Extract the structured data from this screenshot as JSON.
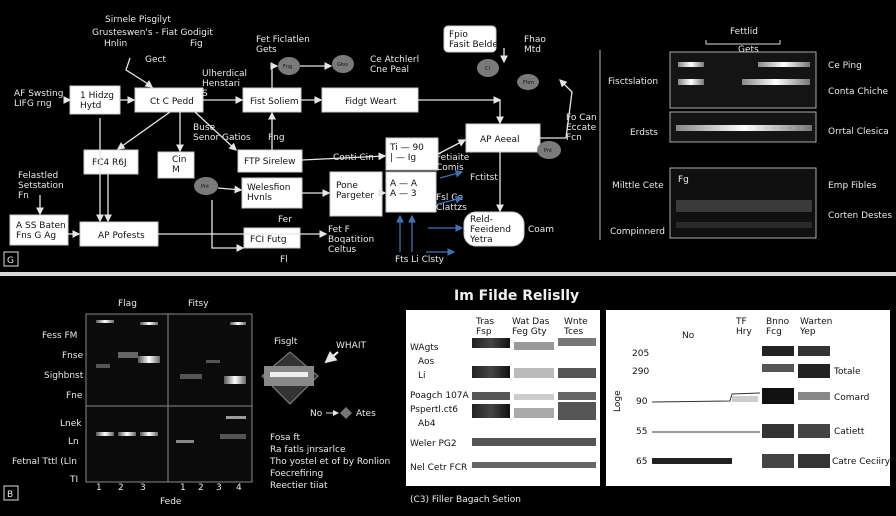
{
  "top_panel": {
    "panel_letter": "G",
    "header_notes": [
      "Sirnele Pisgilyt",
      "Grusteswen's - Fiat Godigit",
      "Hnlin",
      "Fig",
      "Gect"
    ],
    "left_labels": {
      "start": "AF Swsting\nLIFG rng",
      "feedback": "Felastled\nSetstation\nFn",
      "input": "A SS Baten\nFns G Ag"
    },
    "boxes": {
      "b1": "1 Hidzg\nHytd",
      "b2": "Ct C Pedd",
      "b3": "Fist Soliem",
      "b4": "Fidgt Weart",
      "b5": "FC4 R6J",
      "b6": "Cin\nM",
      "b7": "FTP Sirelew",
      "b8": "Welesfion\nHvnls",
      "b9": "AP Pofests",
      "b10": "FCI Futg",
      "b11": "Pone\nPargeter",
      "b12": "AP Aeeal",
      "b13": "Reld-\nFeeidend\nYetra",
      "matrix_top": "Ti — 90\n| — Ig",
      "matrix_bottom": "A — A\nA — 3"
    },
    "annotations": {
      "a1": "Fet Ficlatlen\nGets",
      "a2": "Ulherdical\nHenstari\nS",
      "a3": "Ce Atchlerl\nCne Peal",
      "a4": "Fpio\nFasit Belde",
      "a5": "Fhao\nMtd",
      "a6": "Buse\nSenor Gatios",
      "a7": "Fng",
      "a8": "Conti Cin",
      "a9": "Fetiaite\nComis",
      "a10": "Fctitst",
      "a11": "Fsl Ce\nClattzs",
      "a12": "Fet F\nBoqatition\nCeltus",
      "a13": "Fts Li Clsty",
      "a14": "Coam",
      "a15": "Fo Can\nEccate\nFcn",
      "a16": "Fer",
      "a17": "Fl"
    },
    "blobs": [
      "Fng",
      "Gtss",
      "Cl",
      "Fhm",
      "Pnt",
      "Pnt"
    ],
    "blot": {
      "header": "Fettlid",
      "subheader": "Gets",
      "row_labels": [
        "Fisctslation",
        "Erdsts",
        "Milttle Cete",
        "Compinnerd"
      ],
      "right_labels": [
        "Ce Ping",
        "Conta Chiche",
        "Orrtal Clesica",
        "Emp Fibles",
        "Corten Destes"
      ],
      "inner_label": "Fg"
    }
  },
  "bottom_panel": {
    "panel_letter": "B",
    "title": "Im Filde Relislly",
    "gel": {
      "column_headers": [
        "Flag",
        "Fitsy"
      ],
      "row_labels": [
        "Fess FM",
        "Fnse",
        "Sighbnst",
        "Fne",
        "Lnek",
        "Ln",
        "Fetnal Tttl (Lln",
        "TI"
      ],
      "x_label": "Fede",
      "x_ticks": [
        "1",
        "2",
        "3",
        "1",
        "2",
        "3",
        "4"
      ]
    },
    "middle": {
      "figure_label": "Fisglt",
      "arrow_label": "WHAIT",
      "legend_text": "No",
      "legend_tag": "Ates",
      "notes": [
        "Fosa ft",
        "Ra fatls jnrsarlce",
        "Tho yostel et of by Ronlion",
        "Foecrefiring",
        "Reectier tiiat"
      ]
    },
    "western1": {
      "column_headers": [
        "Tras\nFsp",
        "Wat Das\nFeg  Gty",
        "Wnte\nTces"
      ],
      "row_labels": [
        "WAgts",
        "Aos",
        "Li",
        "Poagch 107A",
        "Pspertl.ct6",
        "Ab4",
        "Weler PG2",
        "Nel Cetr FCR"
      ],
      "caption": "(C3) Filler Bagach Setion"
    },
    "western2": {
      "column_headers": [
        "No",
        "TF\nHry",
        "Bnno\nFcg",
        "Warten\nYep"
      ],
      "y_label": "Loge",
      "markers": [
        "205",
        "290",
        "90",
        "55",
        "65"
      ],
      "right_labels": [
        "Totale",
        "Comard",
        "Catiett",
        "Catre Ceciiry"
      ]
    }
  }
}
